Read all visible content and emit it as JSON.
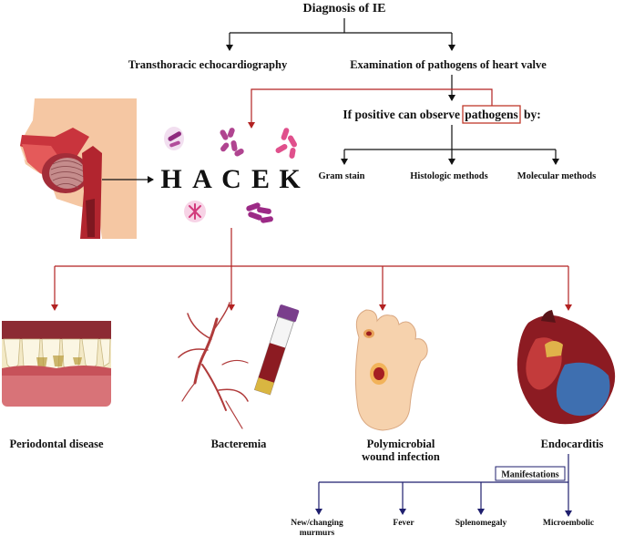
{
  "title": "Diagnosis of IE",
  "methods": {
    "left": "Transthoracic echocardiography",
    "right": "Examination of pathogens of heart valve"
  },
  "positive": {
    "prefix": "If positive can observe",
    "highlight": "pathogens",
    "suffix": "by:"
  },
  "detection": [
    "Gram stain",
    "Histologic methods",
    "Molecular methods"
  ],
  "hacek_letters": [
    "H",
    "A",
    "C",
    "E",
    "K"
  ],
  "conditions": [
    {
      "label": "Periodontal disease"
    },
    {
      "label": "Bacteremia"
    },
    {
      "label": "Polymicrobial",
      "label2": "wound infection"
    },
    {
      "label": "Endocarditis"
    }
  ],
  "manifestations_title": "Manifestations",
  "manifestations": [
    {
      "label": "New/changing",
      "label2": "murmurs"
    },
    {
      "label": "Fever"
    },
    {
      "label": "Splenomegaly"
    },
    {
      "label": "Microembolic"
    }
  ],
  "colors": {
    "arrow_black": "#111111",
    "arrow_red": "#b22222",
    "arrow_navy": "#1f1f6e",
    "highlight_box": "#c0392b",
    "bacteria_purple": "#8e2a7e",
    "bacteria_pink": "#e0508c"
  },
  "icons": [
    "head-sagittal-icon",
    "bacteria-icon",
    "teeth-gum-icon",
    "blood-vessel-tube-icon",
    "foot-wound-icon",
    "heart-section-icon"
  ]
}
